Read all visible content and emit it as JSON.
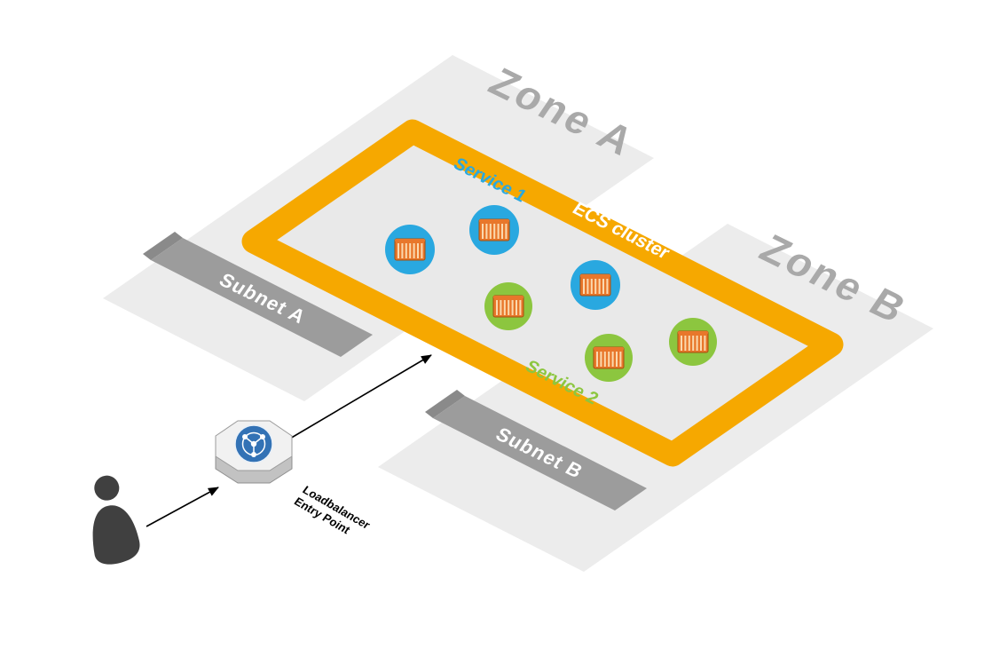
{
  "zones": [
    {
      "label": "Zone A"
    },
    {
      "label": "Zone B"
    }
  ],
  "subnets": [
    {
      "label": "Subnet A"
    },
    {
      "label": "Subnet B"
    }
  ],
  "cluster": {
    "label": "ECS cluster",
    "border_color": "#F6A800",
    "fill": "#E9E9E9"
  },
  "services": [
    {
      "label": "Service 1",
      "color": "#29A8E0",
      "task_count": 3
    },
    {
      "label": "Service 2",
      "color": "#8CC63F",
      "task_count": 3
    }
  ],
  "loadbalancer": {
    "label_line1": "Loadbalancer",
    "label_line2": "Entry Point",
    "icon_color": "#3372B5"
  },
  "icons": {
    "task": "container-icon",
    "loadbalancer": "loadbalancer-icon",
    "user": "user-icon"
  },
  "colors": {
    "zone_platform": "#ECECEC",
    "zone_label": "#A9A9A9",
    "subnet_band": "#9C9C9C",
    "subnet_band_fold": "#8A8A8A",
    "subnet_label": "#FFFFFF",
    "container_icon_orange": "#E8772B",
    "arrow": "#000000",
    "user_icon": "#404040"
  }
}
